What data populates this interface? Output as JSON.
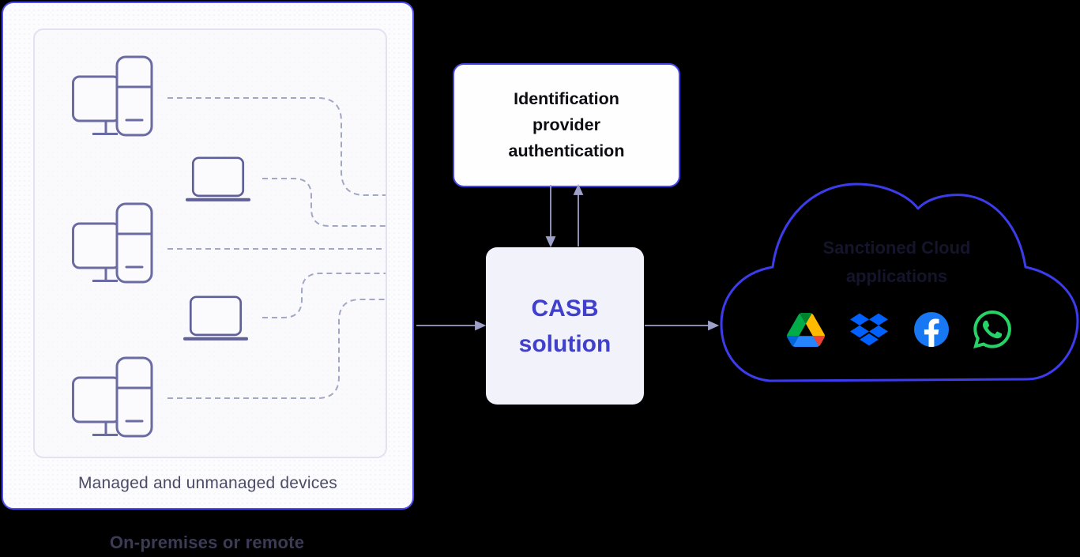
{
  "diagram": {
    "left_panel": {
      "caption": "Managed and unmanaged devices",
      "footer_label": "On-premises or remote",
      "devices": [
        {
          "type": "desktop"
        },
        {
          "type": "laptop"
        },
        {
          "type": "desktop"
        },
        {
          "type": "laptop"
        },
        {
          "type": "desktop"
        }
      ]
    },
    "identity_box": {
      "label": "Identification provider authentication"
    },
    "casb_box": {
      "label": "CASB solution"
    },
    "cloud": {
      "label": "Sanctioned Cloud applications",
      "apps": [
        "Google Drive",
        "Dropbox",
        "Facebook",
        "WhatsApp"
      ]
    },
    "colors": {
      "background": "#000000",
      "panel_border": "#4e4ef2",
      "inner_panel_border": "#e2e2f1",
      "device_stroke": "#6b6ba3",
      "laptop_stroke": "#5f5f99",
      "connector_dash": "#a2a7c4",
      "arrow": "#9da1c9",
      "identity_box_border": "#4444e9",
      "identity_text": "#0c0c12",
      "casb_bg": "#f2f2fb",
      "casb_text": "#4040cc",
      "cloud_outline": "#3c3cec",
      "cloud_text": "#14142b",
      "caption_text": "#4b4b68",
      "footer_text": "#3b3b55",
      "google_drive": [
        "#0066da",
        "#00ac47",
        "#ea4335",
        "#00832d",
        "#2684fc",
        "#ffba00"
      ],
      "dropbox": "#0061ff",
      "facebook": "#1877f2",
      "whatsapp": "#25d366"
    }
  }
}
